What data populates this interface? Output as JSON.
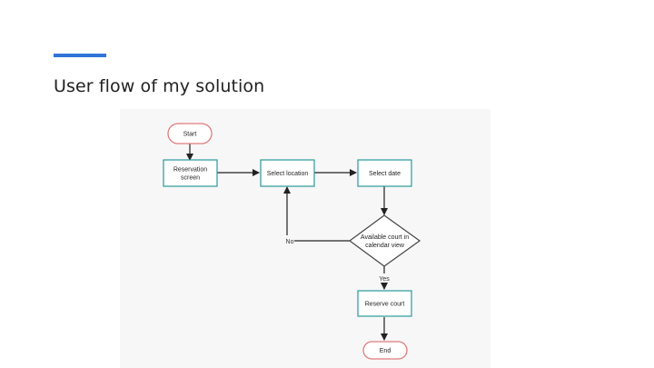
{
  "slide": {
    "title": "User flow of my solution",
    "accent_color": "#2f73d8"
  },
  "flowchart": {
    "colors": {
      "process_stroke": "#2a9a9a",
      "terminal_stroke": "#e07b7b",
      "decision_stroke": "#444444",
      "edge": "#222222"
    },
    "nodes": {
      "start": "Start",
      "reservation_line1": "Reservation",
      "reservation_line2": "screen",
      "select_location": "Select location",
      "select_date": "Select date",
      "decision_line1": "Available court in",
      "decision_line2": "calendar view",
      "reserve_court": "Reserve court",
      "end": "End"
    },
    "edges": {
      "no": "No",
      "yes": "Yes"
    }
  }
}
